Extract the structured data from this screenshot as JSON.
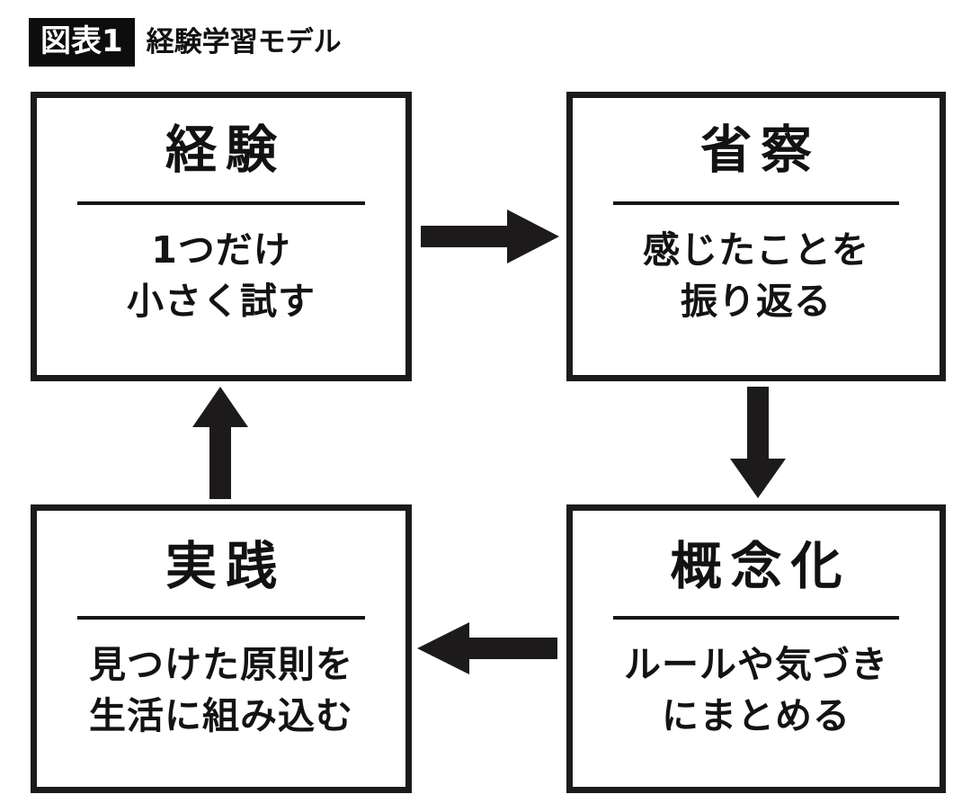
{
  "figure": {
    "badge_label": "図表1",
    "title": "経験学習モデル"
  },
  "colors": {
    "ink": "#1a1a1a",
    "box_border": "#1c1a1a",
    "background": "#ffffff",
    "badge_background": "#0d0d0d",
    "badge_text": "#ffffff"
  },
  "diagram": {
    "type": "cycle",
    "nodes": [
      {
        "id": "experience",
        "heading": "経験",
        "body_line1": "1つだけ",
        "body_line2": "小さく試す",
        "position": "top-left"
      },
      {
        "id": "reflection",
        "heading": "省察",
        "body_line1": "感じたことを",
        "body_line2": "振り返る",
        "position": "top-right"
      },
      {
        "id": "conceptualization",
        "heading": "概念化",
        "body_line1": "ルールや気づき",
        "body_line2": "にまとめる",
        "position": "bottom-right"
      },
      {
        "id": "practice",
        "heading": "実践",
        "body_line1": "見つけた原則を",
        "body_line2": "生活に組み込む",
        "position": "bottom-left"
      }
    ],
    "arrows": [
      {
        "id": "experience-to-reflection",
        "direction": "right",
        "from": "experience",
        "to": "reflection"
      },
      {
        "id": "reflection-to-conceptualization",
        "direction": "down",
        "from": "reflection",
        "to": "conceptualization"
      },
      {
        "id": "conceptualization-to-practice",
        "direction": "left",
        "from": "conceptualization",
        "to": "practice"
      },
      {
        "id": "practice-to-experience",
        "direction": "up",
        "from": "practice",
        "to": "experience"
      }
    ]
  }
}
